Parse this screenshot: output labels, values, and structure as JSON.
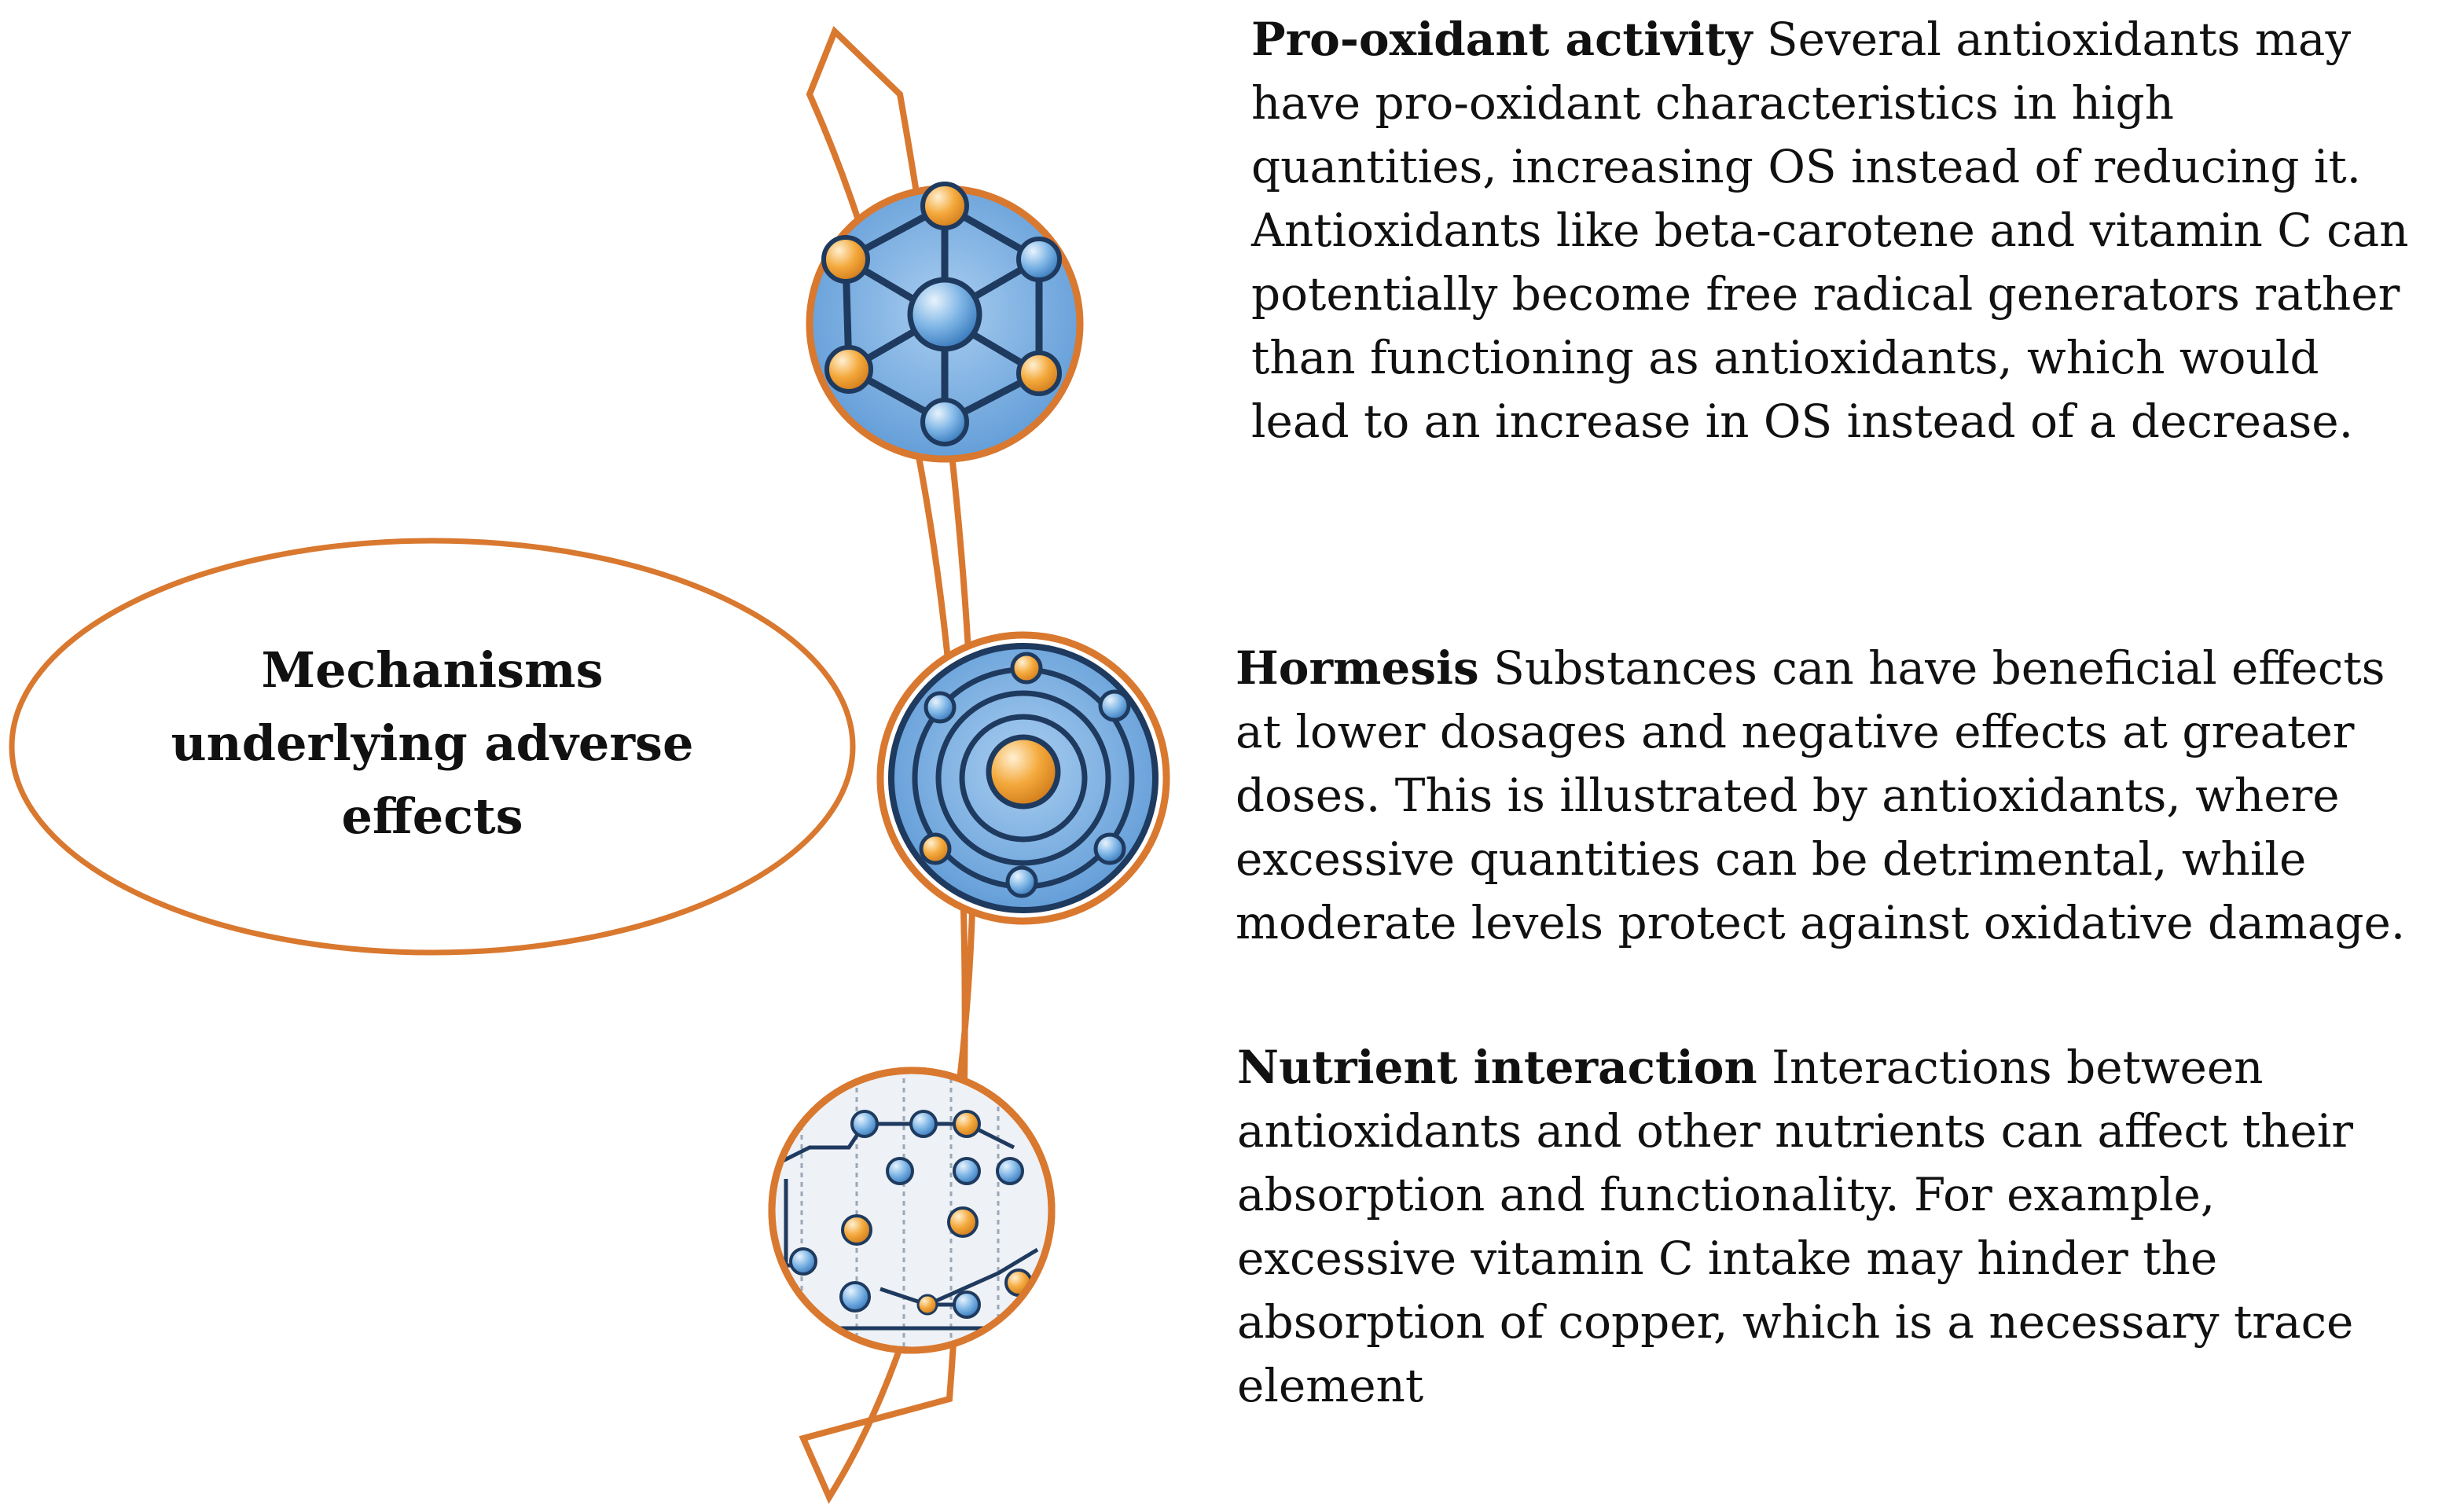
{
  "center": {
    "title": "Mechanisms underlying adverse effects"
  },
  "items": [
    {
      "title": "Pro-oxidant activity",
      "body": "Several antioxidants may have pro-oxidant characteristics in high quantities, increasing OS instead of reducing it. Antioxidants like beta-carotene and vitamin C can potentially become free radical generators rather than functioning as antioxidants, which would lead to an increase in OS instead of a decrease.",
      "icon": "molecule-network-icon"
    },
    {
      "title": "Hormesis",
      "body": "Substances can have beneficial effects at lower dosages and negative effects at greater doses. This is illustrated by antioxidants, where excessive quantities can be detrimental, while moderate levels protect against oxidative damage.",
      "icon": "atom-orbit-icon"
    },
    {
      "title": "Nutrient interaction",
      "body": "Interactions between antioxidants and other nutrients can affect their absorption and functionality. For example, excessive vitamin C intake may hinder the absorption of copper, which is a necessary trace element",
      "icon": "nutrient-graph-icon"
    }
  ],
  "colors": {
    "outline": "#D9782F",
    "icon_blue": "#6FA8DC",
    "icon_dark": "#1F3A5F",
    "node_orange": "#F2A43A",
    "node_blue": "#7FB6E6"
  }
}
